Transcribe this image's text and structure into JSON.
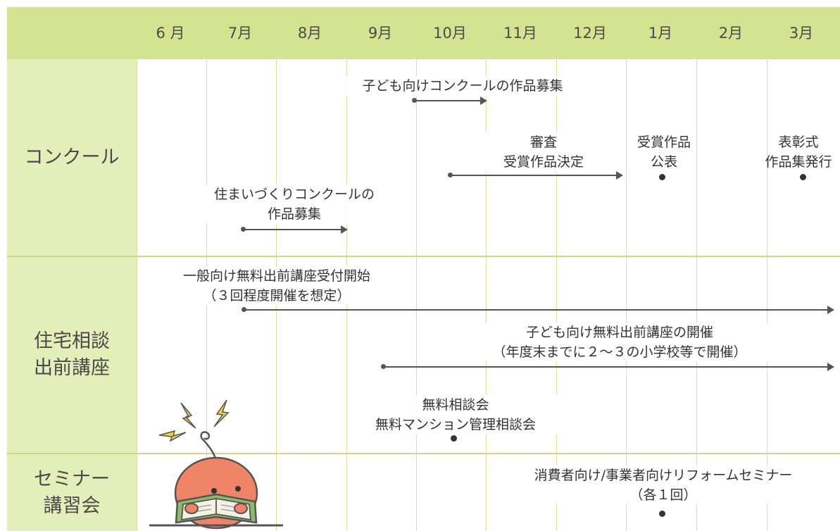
{
  "months": [
    "6 月",
    "7月",
    "8月",
    "9月",
    "10月",
    "11月",
    "12月",
    "1月",
    "2月",
    "3月"
  ],
  "rows": {
    "contest": "コンクール",
    "consult": [
      "住宅相談",
      "出前講座"
    ],
    "seminar": [
      "セミナー",
      "講習会"
    ]
  },
  "items": {
    "kids_contest": "子ども向けコンクールの作品募集",
    "judging": [
      "審査",
      "受賞作品決定"
    ],
    "announce": [
      "受賞作品",
      "公表"
    ],
    "ceremony": [
      "表彰式",
      "作品集発行"
    ],
    "housing_contest": [
      "住まいづくりコンクールの",
      "作品募集"
    ],
    "general_lecture": [
      "一般向け無料出前講座受付開始",
      "（３回程度開催を想定）"
    ],
    "kids_lecture": [
      "子ども向け無料出前講座の開催",
      "（年度末までに２～３の小学校等で開催）"
    ],
    "free_consult": [
      "無料相談会",
      "無料マンション管理相談会"
    ],
    "seminar_item": [
      "消費者向け/事業者向けリフォームセミナー",
      "（各１回）"
    ]
  },
  "colors": {
    "header": "#d4e38f",
    "label_band": "#e4eeb8",
    "grid": "#d6e4a0",
    "arrow": "#555555"
  }
}
